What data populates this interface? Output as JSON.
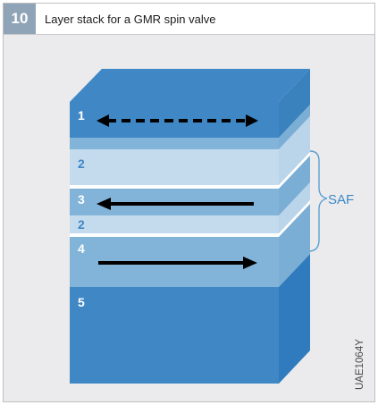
{
  "figure": {
    "number": "10",
    "title": "Layer stack for a GMR spin valve"
  },
  "layers": {
    "l1": "1",
    "l2a": "2",
    "l3": "3",
    "l2b": "2",
    "l4": "4",
    "l5": "5"
  },
  "saf_label": "SAF",
  "code": "UAE1064Y",
  "colors": {
    "dark_blue": "#3f88c5",
    "mid_blue": "#82b3d8",
    "pale_blue": "#c4dbee",
    "arrow": "#000000",
    "bracket": "#5b9fd1"
  }
}
